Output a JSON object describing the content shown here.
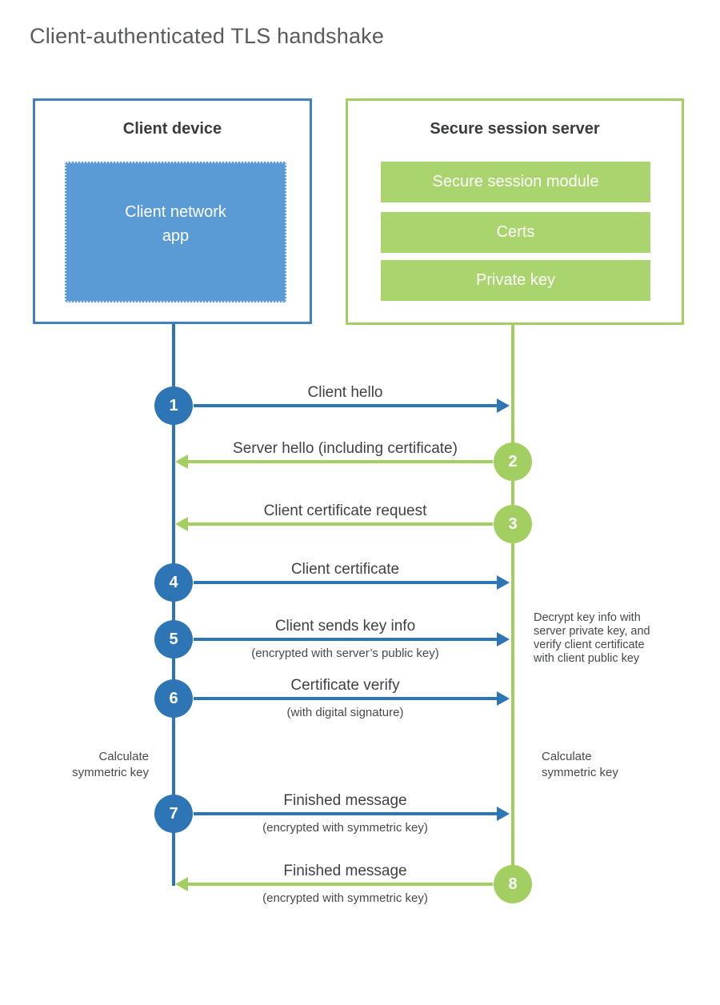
{
  "title": "Client-authenticated TLS handshake",
  "client": {
    "title": "Client device",
    "app": "Client network app"
  },
  "server": {
    "title": "Secure session server",
    "modules": [
      "Secure session module",
      "Certs",
      "Private key"
    ]
  },
  "steps": [
    {
      "num": "1",
      "label": "Client hello",
      "from": "client",
      "to": "server"
    },
    {
      "num": "2",
      "label": "Server hello (including certificate)",
      "from": "server",
      "to": "client"
    },
    {
      "num": "3",
      "label": "Client certificate request",
      "from": "server",
      "to": "client"
    },
    {
      "num": "4",
      "label": "Client certificate",
      "from": "client",
      "to": "server"
    },
    {
      "num": "5",
      "label": "Client sends key info",
      "sub": "(encrypted with server’s public key)",
      "from": "client",
      "to": "server"
    },
    {
      "num": "6",
      "label": "Certificate verify",
      "sub": "(with digital signature)",
      "from": "client",
      "to": "server"
    },
    {
      "num": "7",
      "label": "Finished message",
      "sub": "(encrypted with symmetric key)",
      "from": "client",
      "to": "server"
    },
    {
      "num": "8",
      "label": "Finished message",
      "sub": "(encrypted with symmetric key)",
      "from": "server",
      "to": "client"
    }
  ],
  "notes": {
    "decrypt": "Decrypt key info with server private key, and verify client certificate with client public key",
    "calc_left": "Calculate symmetric key",
    "calc_right": "Calculate symmetric key"
  },
  "colors": {
    "blue_accent": "#2e75b6",
    "blue_box_border": "#3e80c3",
    "blue_fill": "#5b9bd5",
    "green_accent": "#a3cf62",
    "green_fill": "#a9d46e",
    "title_gray": "#595a5e",
    "text_dark": "#3a3b3d"
  }
}
